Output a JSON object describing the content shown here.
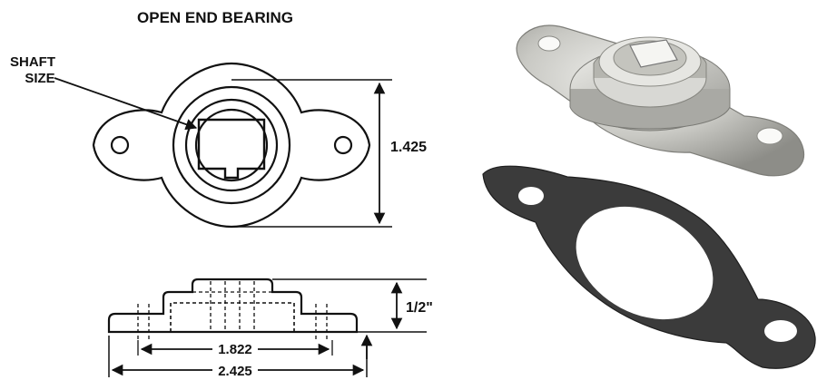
{
  "title": "OPEN END BEARING",
  "callout": {
    "line1": "SHAFT",
    "line2": "SIZE"
  },
  "dimensions": {
    "height": "1.425",
    "thickness": "1/2\"",
    "hole_spacing": "1.822",
    "overall_length": "2.425"
  },
  "colors": {
    "ink": "#111111",
    "metal_light": "#d9d9d6",
    "metal_dark": "#8f8f8a",
    "gasket": "#3a3a3a"
  }
}
